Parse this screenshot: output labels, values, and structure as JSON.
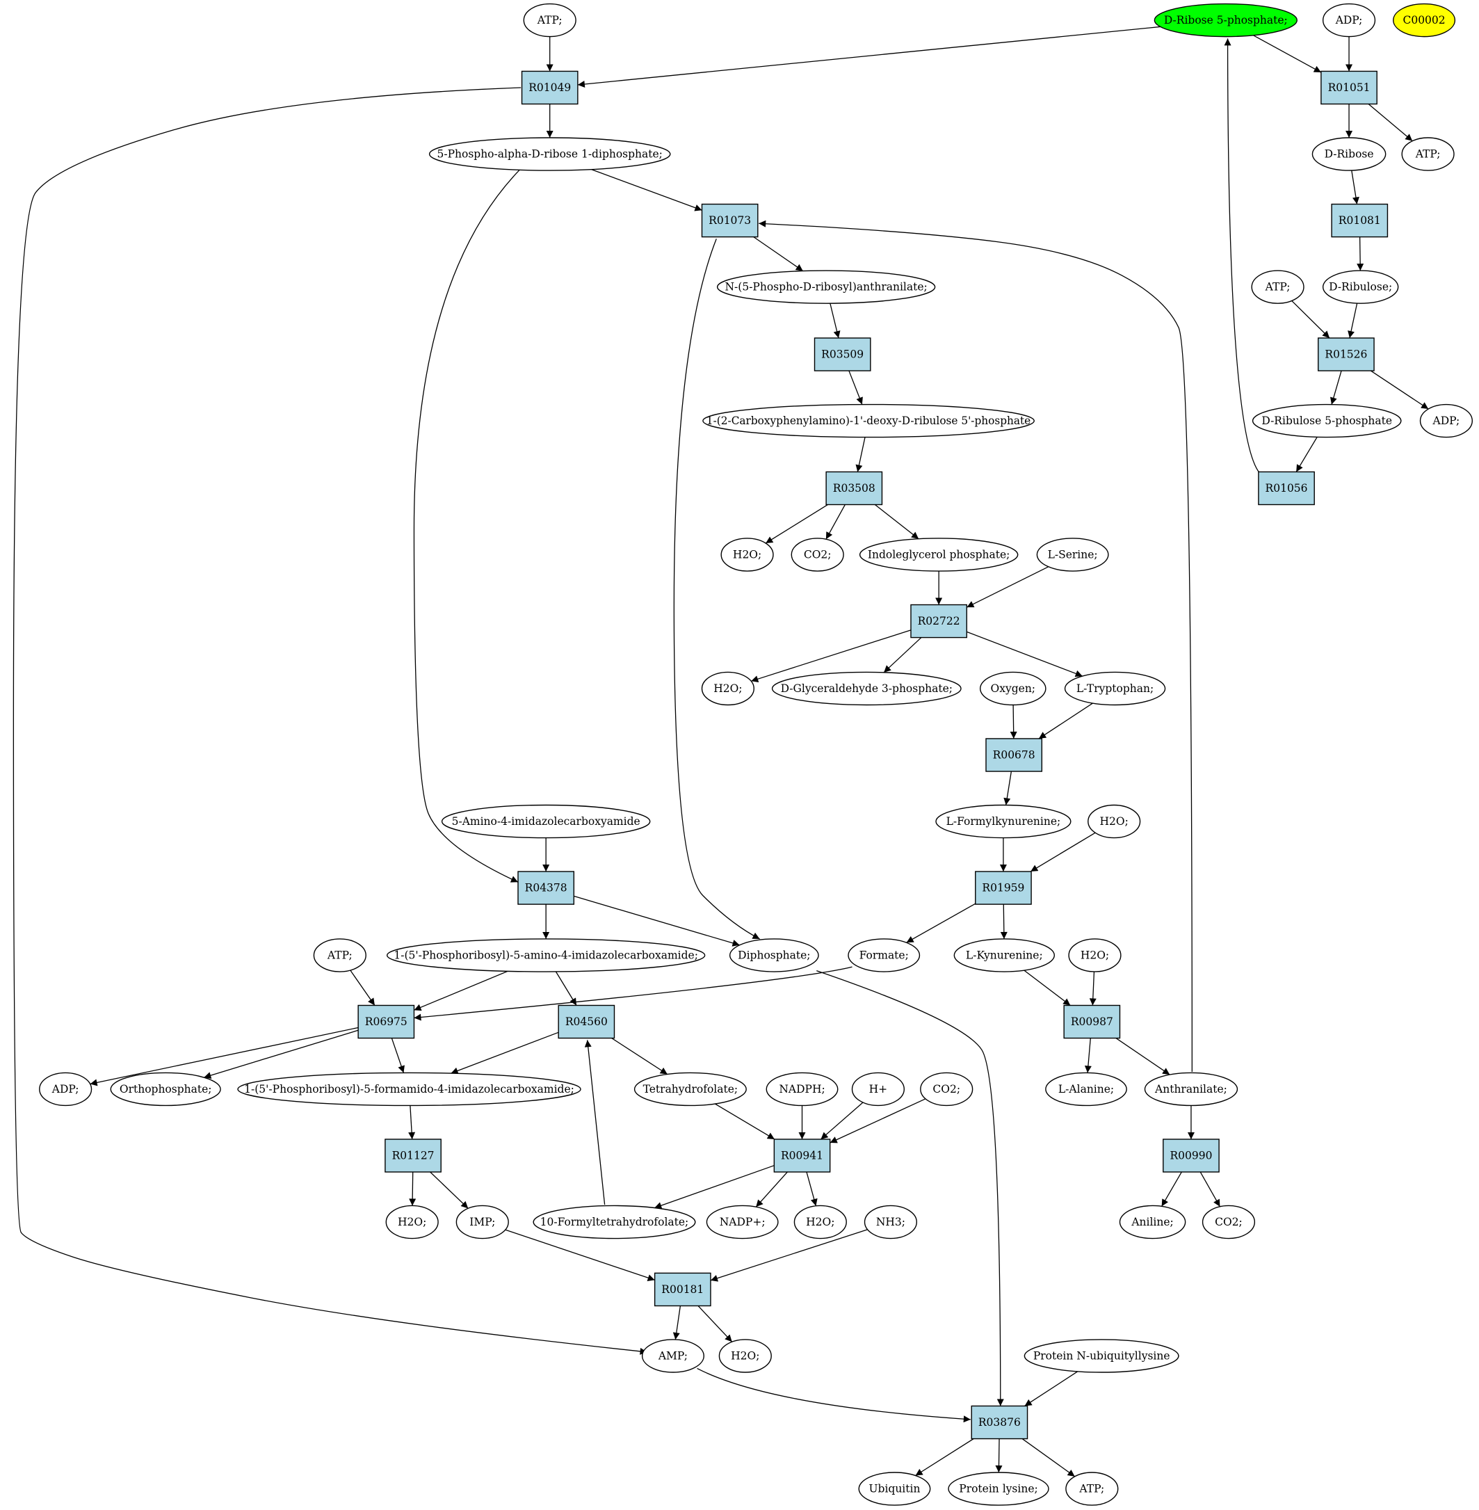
{
  "colors": {
    "reaction_fill": "#add8e6",
    "compound_fill": "#ffffff",
    "highlight_start": "#00ff00",
    "highlight_orphan": "#ffff00",
    "stroke": "#000000"
  },
  "nodes": {
    "m_atp1": {
      "kind": "compound",
      "label": "ATP;"
    },
    "m_r5p": {
      "kind": "compound",
      "label": "D-Ribose 5-phosphate;",
      "fill": "#00ff00"
    },
    "m_adp_top": {
      "kind": "compound",
      "label": "ADP;"
    },
    "m_c00002": {
      "kind": "compound",
      "label": "C00002",
      "fill": "#ffff00"
    },
    "r_R01049": {
      "kind": "reaction",
      "label": "R01049"
    },
    "r_R01051": {
      "kind": "reaction",
      "label": "R01051"
    },
    "m_prpp": {
      "kind": "compound",
      "label": "5-Phospho-alpha-D-ribose 1-diphosphate;"
    },
    "m_dribose": {
      "kind": "compound",
      "label": "D-Ribose"
    },
    "m_atp2": {
      "kind": "compound",
      "label": "ATP;"
    },
    "r_R01073": {
      "kind": "reaction",
      "label": "R01073"
    },
    "r_R01081": {
      "kind": "reaction",
      "label": "R01081"
    },
    "m_npra": {
      "kind": "compound",
      "label": "N-(5-Phospho-D-ribosyl)anthranilate;"
    },
    "m_atp3": {
      "kind": "compound",
      "label": "ATP;"
    },
    "m_dribulose": {
      "kind": "compound",
      "label": "D-Ribulose;"
    },
    "r_R03509": {
      "kind": "reaction",
      "label": "R03509"
    },
    "r_R01526": {
      "kind": "reaction",
      "label": "R01526"
    },
    "m_cdrp": {
      "kind": "compound",
      "label": "1-(2-Carboxyphenylamino)-1'-deoxy-D-ribulose 5'-phosphate"
    },
    "m_ru5p": {
      "kind": "compound",
      "label": "D-Ribulose 5-phosphate"
    },
    "m_adp2": {
      "kind": "compound",
      "label": "ADP;"
    },
    "r_R03508": {
      "kind": "reaction",
      "label": "R03508"
    },
    "r_R01056": {
      "kind": "reaction",
      "label": "R01056"
    },
    "m_h2o_1": {
      "kind": "compound",
      "label": "H2O;"
    },
    "m_co2_1": {
      "kind": "compound",
      "label": "CO2;"
    },
    "m_igp": {
      "kind": "compound",
      "label": "Indoleglycerol phosphate;"
    },
    "m_ser": {
      "kind": "compound",
      "label": "L-Serine;"
    },
    "r_R02722": {
      "kind": "reaction",
      "label": "R02722"
    },
    "m_h2o_2": {
      "kind": "compound",
      "label": "H2O;"
    },
    "m_g3p": {
      "kind": "compound",
      "label": "D-Glyceraldehyde 3-phosphate;"
    },
    "m_oxy": {
      "kind": "compound",
      "label": "Oxygen;"
    },
    "m_trp": {
      "kind": "compound",
      "label": "L-Tryptophan;"
    },
    "r_R00678": {
      "kind": "reaction",
      "label": "R00678"
    },
    "m_aica": {
      "kind": "compound",
      "label": "5-Amino-4-imidazolecarboxyamide"
    },
    "m_fkyn": {
      "kind": "compound",
      "label": "L-Formylkynurenine;"
    },
    "m_h2o_3": {
      "kind": "compound",
      "label": "H2O;"
    },
    "r_R04378": {
      "kind": "reaction",
      "label": "R04378"
    },
    "r_R01959": {
      "kind": "reaction",
      "label": "R01959"
    },
    "m_atp4": {
      "kind": "compound",
      "label": "ATP;"
    },
    "m_aicar": {
      "kind": "compound",
      "label": "1-(5'-Phosphoribosyl)-5-amino-4-imidazolecarboxamide;"
    },
    "m_ppi": {
      "kind": "compound",
      "label": "Diphosphate;"
    },
    "m_formate": {
      "kind": "compound",
      "label": "Formate;"
    },
    "m_kyn": {
      "kind": "compound",
      "label": "L-Kynurenine;"
    },
    "m_h2o_4": {
      "kind": "compound",
      "label": "H2O;"
    },
    "r_R06975": {
      "kind": "reaction",
      "label": "R06975"
    },
    "r_R04560": {
      "kind": "reaction",
      "label": "R04560"
    },
    "r_R00987": {
      "kind": "reaction",
      "label": "R00987"
    },
    "m_adp3": {
      "kind": "compound",
      "label": "ADP;"
    },
    "m_pi": {
      "kind": "compound",
      "label": "Orthophosphate;"
    },
    "m_faicar": {
      "kind": "compound",
      "label": "1-(5'-Phosphoribosyl)-5-formamido-4-imidazolecarboxamide;"
    },
    "m_thf": {
      "kind": "compound",
      "label": "Tetrahydrofolate;"
    },
    "m_nadph": {
      "kind": "compound",
      "label": "NADPH;"
    },
    "m_hplus": {
      "kind": "compound",
      "label": "H+"
    },
    "m_co2_2": {
      "kind": "compound",
      "label": "CO2;"
    },
    "m_ala": {
      "kind": "compound",
      "label": "L-Alanine;"
    },
    "m_anth": {
      "kind": "compound",
      "label": "Anthranilate;"
    },
    "r_R01127": {
      "kind": "reaction",
      "label": "R01127"
    },
    "r_R00941": {
      "kind": "reaction",
      "label": "R00941"
    },
    "r_R00990": {
      "kind": "reaction",
      "label": "R00990"
    },
    "m_h2o_5": {
      "kind": "compound",
      "label": "H2O;"
    },
    "m_imp": {
      "kind": "compound",
      "label": "IMP;"
    },
    "m_fthf": {
      "kind": "compound",
      "label": "10-Formyltetrahydrofolate;"
    },
    "m_nadp": {
      "kind": "compound",
      "label": "NADP+;"
    },
    "m_h2o_6": {
      "kind": "compound",
      "label": "H2O;"
    },
    "m_nh3": {
      "kind": "compound",
      "label": "NH3;"
    },
    "m_aniline": {
      "kind": "compound",
      "label": "Aniline;"
    },
    "m_co2_3": {
      "kind": "compound",
      "label": "CO2;"
    },
    "r_R00181": {
      "kind": "reaction",
      "label": "R00181"
    },
    "m_amp": {
      "kind": "compound",
      "label": "AMP;"
    },
    "m_h2o_7": {
      "kind": "compound",
      "label": "H2O;"
    },
    "m_pnub": {
      "kind": "compound",
      "label": "Protein N-ubiquityllysine"
    },
    "r_R03876": {
      "kind": "reaction",
      "label": "R03876"
    },
    "m_ub": {
      "kind": "compound",
      "label": "Ubiquitin"
    },
    "m_plys": {
      "kind": "compound",
      "label": "Protein lysine;"
    },
    "m_atp5": {
      "kind": "compound",
      "label": "ATP;"
    }
  },
  "edges": [
    [
      "m_atp1",
      "r_R01049"
    ],
    [
      "m_r5p",
      "r_R01049"
    ],
    [
      "r_R01049",
      "m_prpp"
    ],
    [
      "r_R01049",
      "m_amp"
    ],
    [
      "m_r5p",
      "r_R01051"
    ],
    [
      "m_adp_top",
      "r_R01051"
    ],
    [
      "r_R01051",
      "m_dribose"
    ],
    [
      "r_R01051",
      "m_atp2"
    ],
    [
      "m_dribose",
      "r_R01081"
    ],
    [
      "r_R01081",
      "m_dribulose"
    ],
    [
      "m_atp3",
      "r_R01526"
    ],
    [
      "m_dribulose",
      "r_R01526"
    ],
    [
      "r_R01526",
      "m_ru5p"
    ],
    [
      "r_R01526",
      "m_adp2"
    ],
    [
      "m_ru5p",
      "r_R01056"
    ],
    [
      "r_R01056",
      "m_r5p"
    ],
    [
      "m_prpp",
      "r_R01073"
    ],
    [
      "m_anth",
      "r_R01073"
    ],
    [
      "r_R01073",
      "m_npra"
    ],
    [
      "r_R01073",
      "m_ppi"
    ],
    [
      "m_npra",
      "r_R03509"
    ],
    [
      "r_R03509",
      "m_cdrp"
    ],
    [
      "m_cdrp",
      "r_R03508"
    ],
    [
      "r_R03508",
      "m_h2o_1"
    ],
    [
      "r_R03508",
      "m_co2_1"
    ],
    [
      "r_R03508",
      "m_igp"
    ],
    [
      "m_igp",
      "r_R02722"
    ],
    [
      "m_ser",
      "r_R02722"
    ],
    [
      "r_R02722",
      "m_h2o_2"
    ],
    [
      "r_R02722",
      "m_g3p"
    ],
    [
      "r_R02722",
      "m_trp"
    ],
    [
      "m_oxy",
      "r_R00678"
    ],
    [
      "m_trp",
      "r_R00678"
    ],
    [
      "r_R00678",
      "m_fkyn"
    ],
    [
      "m_fkyn",
      "r_R01959"
    ],
    [
      "m_h2o_3",
      "r_R01959"
    ],
    [
      "r_R01959",
      "m_formate"
    ],
    [
      "r_R01959",
      "m_kyn"
    ],
    [
      "m_kyn",
      "r_R00987"
    ],
    [
      "m_h2o_4",
      "r_R00987"
    ],
    [
      "r_R00987",
      "m_ala"
    ],
    [
      "r_R00987",
      "m_anth"
    ],
    [
      "m_anth",
      "r_R00990"
    ],
    [
      "r_R00990",
      "m_aniline"
    ],
    [
      "r_R00990",
      "m_co2_3"
    ],
    [
      "m_prpp",
      "r_R04378"
    ],
    [
      "m_aica",
      "r_R04378"
    ],
    [
      "r_R04378",
      "m_aicar"
    ],
    [
      "r_R04378",
      "m_ppi"
    ],
    [
      "m_atp4",
      "r_R06975"
    ],
    [
      "m_aicar",
      "r_R06975"
    ],
    [
      "m_formate",
      "r_R06975"
    ],
    [
      "r_R06975",
      "m_adp3"
    ],
    [
      "r_R06975",
      "m_pi"
    ],
    [
      "r_R06975",
      "m_faicar"
    ],
    [
      "m_aicar",
      "r_R04560"
    ],
    [
      "m_fthf",
      "r_R04560"
    ],
    [
      "r_R04560",
      "m_faicar"
    ],
    [
      "r_R04560",
      "m_thf"
    ],
    [
      "m_faicar",
      "r_R01127"
    ],
    [
      "r_R01127",
      "m_h2o_5"
    ],
    [
      "r_R01127",
      "m_imp"
    ],
    [
      "m_thf",
      "r_R00941"
    ],
    [
      "m_nadph",
      "r_R00941"
    ],
    [
      "m_hplus",
      "r_R00941"
    ],
    [
      "m_co2_2",
      "r_R00941"
    ],
    [
      "r_R00941",
      "m_fthf"
    ],
    [
      "r_R00941",
      "m_nadp"
    ],
    [
      "r_R00941",
      "m_h2o_6"
    ],
    [
      "m_imp",
      "r_R00181"
    ],
    [
      "m_nh3",
      "r_R00181"
    ],
    [
      "r_R00181",
      "m_amp"
    ],
    [
      "r_R00181",
      "m_h2o_7"
    ],
    [
      "m_amp",
      "r_R03876"
    ],
    [
      "m_ppi",
      "r_R03876"
    ],
    [
      "m_pnub",
      "r_R03876"
    ],
    [
      "r_R03876",
      "m_ub"
    ],
    [
      "r_R03876",
      "m_plys"
    ],
    [
      "r_R03876",
      "m_atp5"
    ]
  ]
}
